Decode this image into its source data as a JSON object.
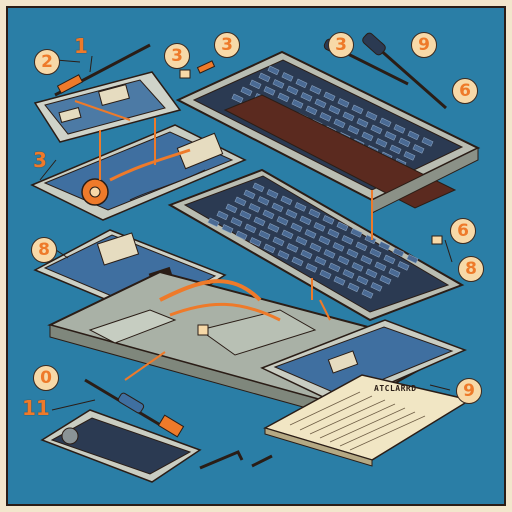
{
  "colors": {
    "background": "#2a7ea6",
    "frame": "#f2e6cc",
    "accent": "#ee7a2a",
    "board": "#3f6fa0",
    "case": "#a9b1a6",
    "outline": "#2a1d16",
    "paper": "#f1e6c4"
  },
  "callouts": [
    {
      "text": "2"
    },
    {
      "text": "1"
    },
    {
      "text": "3"
    },
    {
      "text": "3"
    },
    {
      "text": "3"
    },
    {
      "text": "9"
    },
    {
      "text": "6"
    },
    {
      "text": "3"
    },
    {
      "text": "8"
    },
    {
      "text": "6"
    },
    {
      "text": "8"
    },
    {
      "text": "0"
    },
    {
      "text": "11"
    },
    {
      "text": "9"
    }
  ],
  "document": {
    "title": "ATCLARRD"
  },
  "icons": [
    "screwdriver-icon",
    "screwdriver-icon",
    "screw-icon",
    "spudger-icon",
    "allen-key-icon"
  ]
}
